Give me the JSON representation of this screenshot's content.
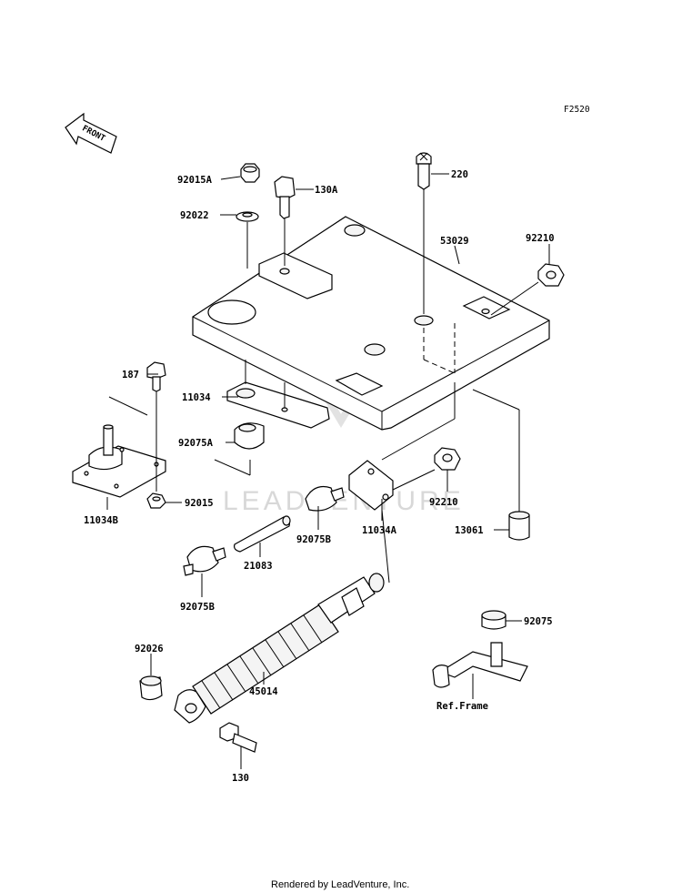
{
  "diagram": {
    "figure_code": "F2520",
    "front_label": "FRONT",
    "watermark": "LEADVENTURE",
    "footer": "Rendered by LeadVenture, Inc.",
    "parts": {
      "p92015A": "92015A",
      "p130A": "130A",
      "p92022": "92022",
      "p220": "220",
      "p53029": "53029",
      "p92210a": "92210",
      "p187": "187",
      "p11034": "11034",
      "p92075A": "92075A",
      "p11034B": "11034B",
      "p92015": "92015",
      "p92210b": "92210",
      "p11034A": "11034A",
      "p13061": "13061",
      "p92075Bt": "92075B",
      "p21083": "21083",
      "p92075Bb": "92075B",
      "p92075": "92075",
      "p92026": "92026",
      "p45014": "45014",
      "pRefFrame": "Ref.Frame",
      "p130": "130"
    }
  }
}
